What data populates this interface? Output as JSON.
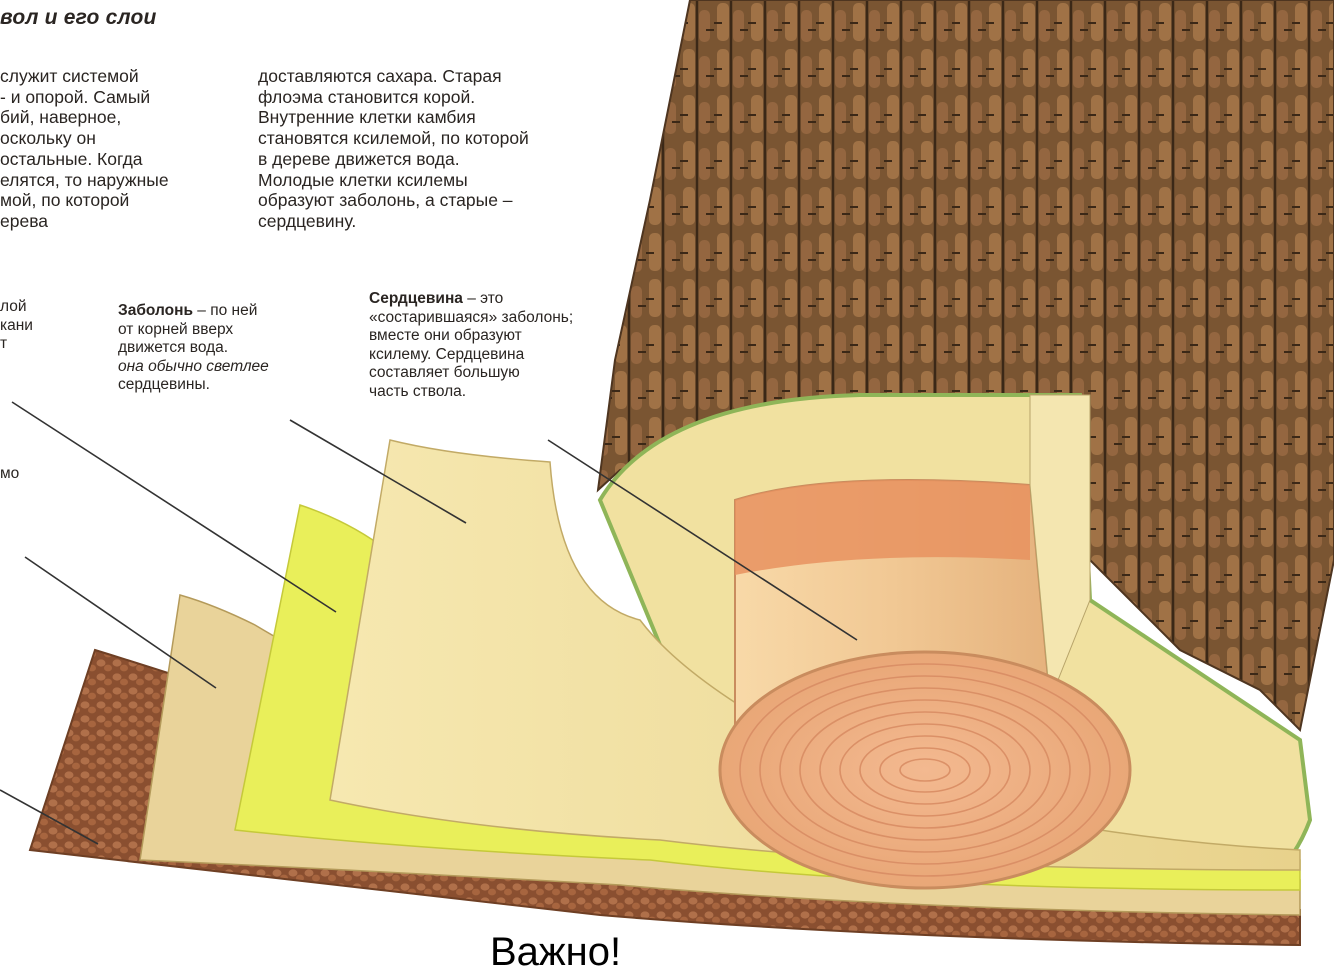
{
  "title": "вол и его слои",
  "intro": {
    "left_lines": [
      "служит системой",
      "- и опорой. Самый",
      "бий, наверное,",
      "оскольку он",
      "остальные. Когда",
      "елятся, то наружные",
      "мой, по которой",
      "ерева"
    ],
    "right_lines": [
      "доставляются сахара. Старая",
      "флоэма становится корой.",
      "Внутренние клетки камбия",
      "становятся ксилемой, по которой",
      "в дереве движется вода.",
      "Молодые клетки ксилемы",
      "образуют заболонь, а старые –",
      "сердцевину."
    ]
  },
  "callouts": {
    "phloem": {
      "lines": [
        "лой",
        "кани",
        "т"
      ]
    },
    "cambium": {
      "lines": [
        "мо"
      ]
    },
    "sapwood": {
      "term": "Заболонь",
      "line1_rest": " – по ней",
      "line2": "от корней вверх",
      "line3": "движется вода.",
      "line4_italic": "она обычно светлее",
      "line5": "сердцевины."
    },
    "heartwood": {
      "term": "Сердцевина",
      "line1_rest": " – это",
      "line2": "«состарившаяся» заболонь;",
      "line3": "вместе они образуют",
      "line4": "ксилему. Сердцевина",
      "line5": "составляет большую",
      "line6": "часть ствола."
    }
  },
  "footer": {
    "note": "Важно!"
  },
  "colors": {
    "bark": "#7a5532",
    "bark_dark": "#4e3520",
    "bark_crack": "#3b2817",
    "layer_bark": "#a0603a",
    "layer_phloem": "#e9d39a",
    "layer_cambium": "#e9ef5a",
    "layer_sapwood": "#f2e4a6",
    "heartwood": "#f0b98a",
    "heartwood_ring": "#d98d64",
    "cambium_ring": "#8fb558",
    "leader_line": "#333333"
  },
  "icons": {
    "illustration": "tree-trunk-layers-illustration"
  }
}
